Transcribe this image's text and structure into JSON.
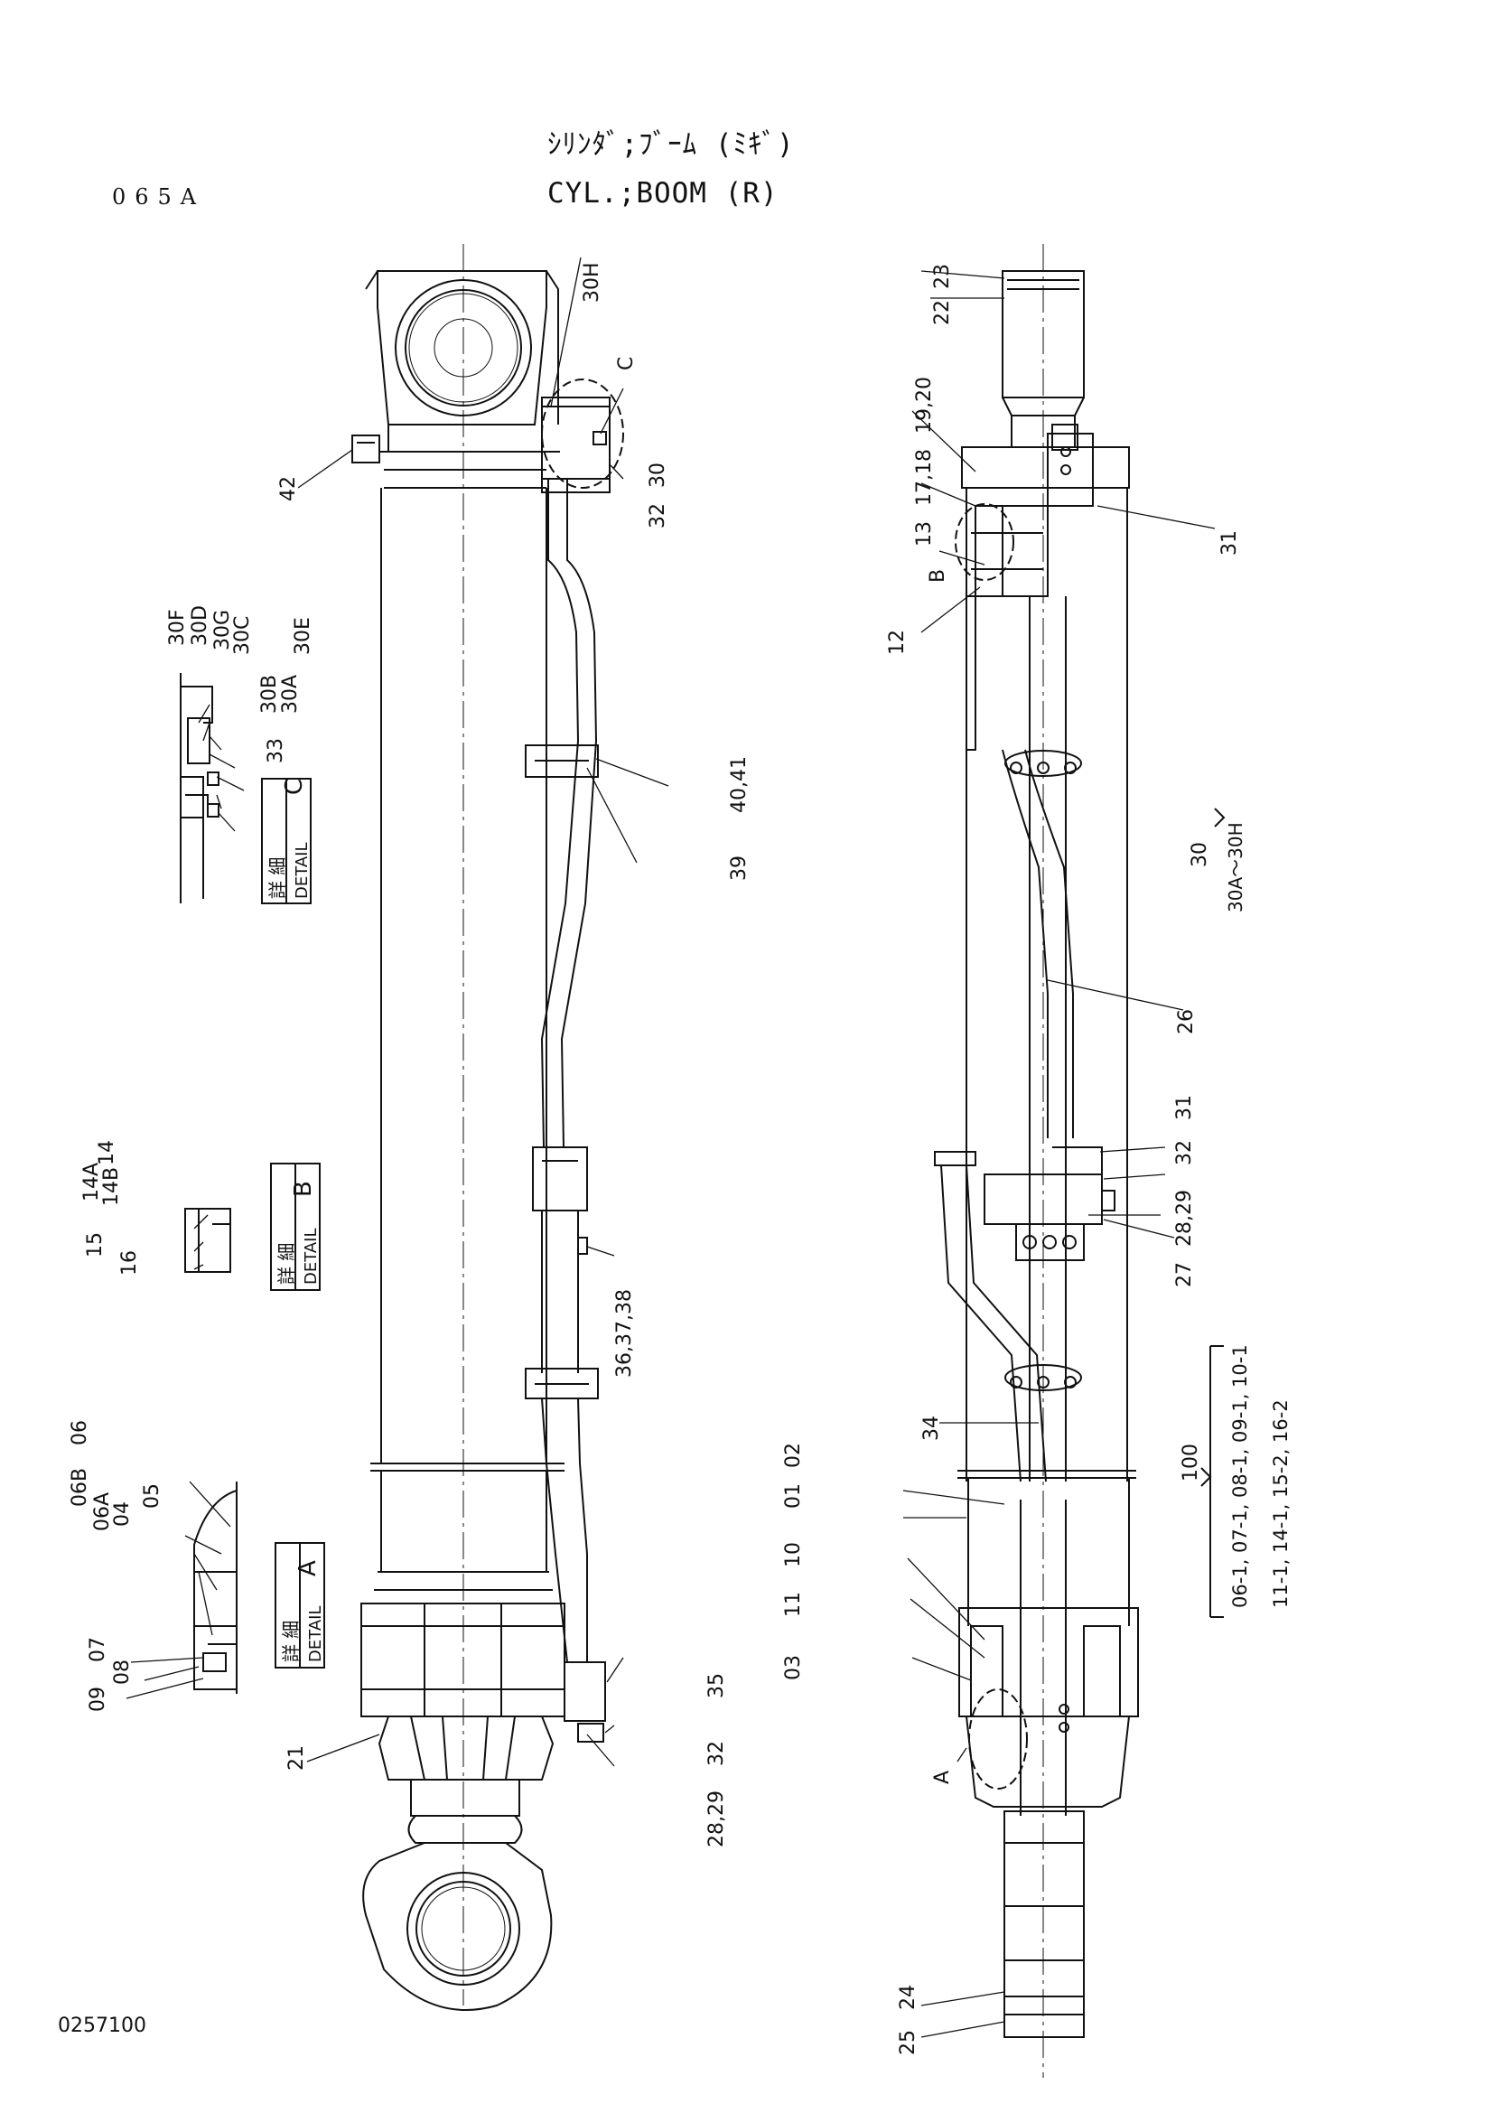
{
  "header": {
    "title_jp": "ｼﾘﾝﾀﾞ;ﾌﾞｰﾑ (ﾐｷﾞ)",
    "title_en": "CYL.;BOOM (R)",
    "page_code": "065A"
  },
  "footer": {
    "drawing_number": "0257100"
  },
  "details": {
    "kanji": "詳 細",
    "word": "DETAIL",
    "a_letter": "A",
    "b_letter": "B",
    "c_letter": "C"
  },
  "callouts": {
    "c_30h": "30H",
    "c_c": "C",
    "c_42": "42",
    "c_30": "30",
    "c_32": "32",
    "c_40_41": "40,41",
    "c_39": "39",
    "c_36_37_38": "36,37,38",
    "c_35": "35",
    "c_32b": "32",
    "c_28_29": "28,29",
    "c_21": "21",
    "c_22": "22",
    "c_23": "23",
    "c_19_20": "19,20",
    "c_17_18": "17,18",
    "c_13": "13",
    "c_b": "B",
    "c_12": "12",
    "c_31": "31",
    "c_26": "26",
    "c_31b": "31",
    "c_32c": "32",
    "c_28_29b": "28,29",
    "c_27": "27",
    "c_34": "34",
    "c_02": "02",
    "c_01": "01",
    "c_10": "10",
    "c_11": "11",
    "c_03": "03",
    "c_a": "A",
    "c_24": "24",
    "c_25": "25",
    "d_30f": "30F",
    "d_30d": "30D",
    "d_30g": "30G",
    "d_30c": "30C",
    "d_30e": "30E",
    "d_30b": "30B",
    "d_30a": "30A",
    "d_33": "33",
    "d_14": "14",
    "d_14a": "14A",
    "d_14b": "14B",
    "d_15": "15",
    "d_16": "16",
    "d_06": "06",
    "d_06b": "06B",
    "d_06a": "06A",
    "d_04": "04",
    "d_05": "05",
    "d_07": "07",
    "d_08": "08",
    "d_09": "09"
  },
  "kits": {
    "k30_num": "30",
    "k30_range": "30A～30H",
    "k100_num": "100",
    "k100_line1": "06-1, 07-1, 08-1, 09-1, 10-1",
    "k100_line2": "11-1, 14-1, 15-2, 16-2"
  }
}
